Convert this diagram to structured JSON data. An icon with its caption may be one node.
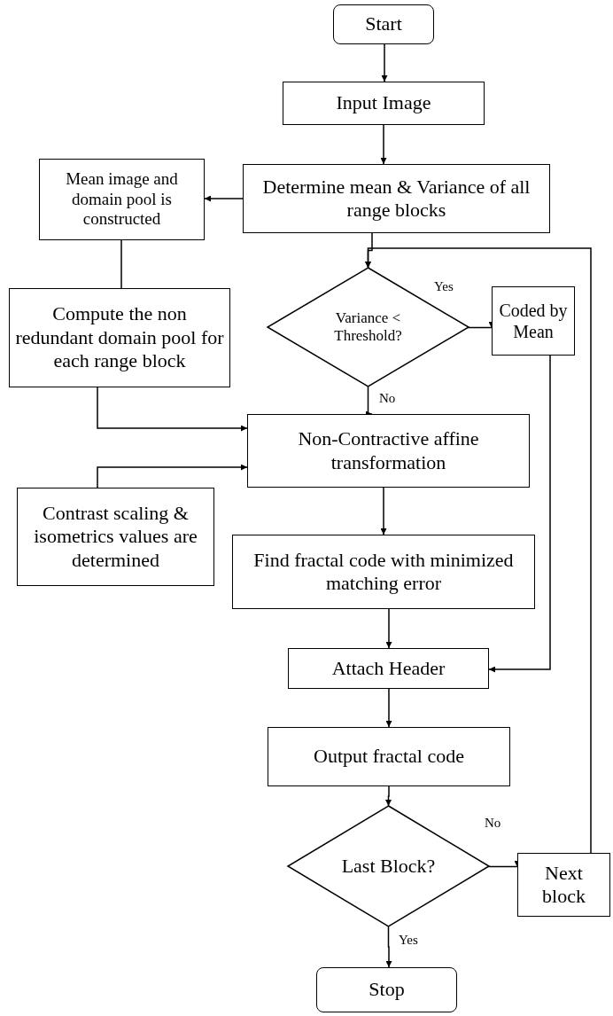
{
  "diagram": {
    "nodes": [
      {
        "text": [
          "Start"
        ]
      },
      {
        "text": [
          "Input Image"
        ]
      },
      {
        "text": [
          "Mean image and domain pool is constructed"
        ]
      },
      {
        "text": [
          "Determine mean & Variance of all range blocks"
        ]
      },
      {
        "text": [
          "Variance < Threshold?"
        ]
      },
      {
        "text": [
          "Coded by Mean"
        ]
      },
      {
        "text": [
          "Compute the non redundant domain pool for each range block"
        ]
      },
      {
        "text": [
          "Non-Contractive affine transformation"
        ]
      },
      {
        "text": [
          "Contrast scaling & isometrics values are determined"
        ]
      },
      {
        "text": [
          "Find fractal code with minimized matching error"
        ]
      },
      {
        "text": [
          "Attach Header"
        ]
      },
      {
        "text": [
          "Output fractal code"
        ]
      },
      {
        "text": [
          "Last Block?"
        ]
      },
      {
        "text": [
          "Next block"
        ]
      },
      {
        "text": [
          "Stop"
        ]
      }
    ],
    "edges": [
      {
        "from": 0,
        "to": 1,
        "arrow": "to"
      },
      {
        "from": 1,
        "to": 3,
        "arrow": "to"
      },
      {
        "from": 3,
        "to": 2,
        "arrow": "to"
      },
      {
        "from": 2,
        "to": 6,
        "arrow": "none"
      },
      {
        "from": 3,
        "to": 4,
        "arrow": "to"
      },
      {
        "from": 4,
        "to": 5,
        "arrow": "to",
        "label": "Yes"
      },
      {
        "from": 4,
        "to": 7,
        "arrow": "to",
        "label": "No"
      },
      {
        "from": 6,
        "to": 7,
        "arrow": "to"
      },
      {
        "from": 8,
        "to": 7,
        "arrow": "to"
      },
      {
        "from": 7,
        "to": 9,
        "arrow": "to"
      },
      {
        "from": 9,
        "to": 10,
        "arrow": "to"
      },
      {
        "from": 5,
        "to": 10,
        "arrow": "to"
      },
      {
        "from": 10,
        "to": 11,
        "arrow": "to"
      },
      {
        "from": 11,
        "to": 12,
        "arrow": "to"
      },
      {
        "from": 12,
        "to": 13,
        "arrow": "to",
        "label": "No"
      },
      {
        "from": 12,
        "to": 14,
        "arrow": "to",
        "label": "Yes"
      },
      {
        "from": 13,
        "to": 4,
        "arrow": "to"
      }
    ]
  }
}
